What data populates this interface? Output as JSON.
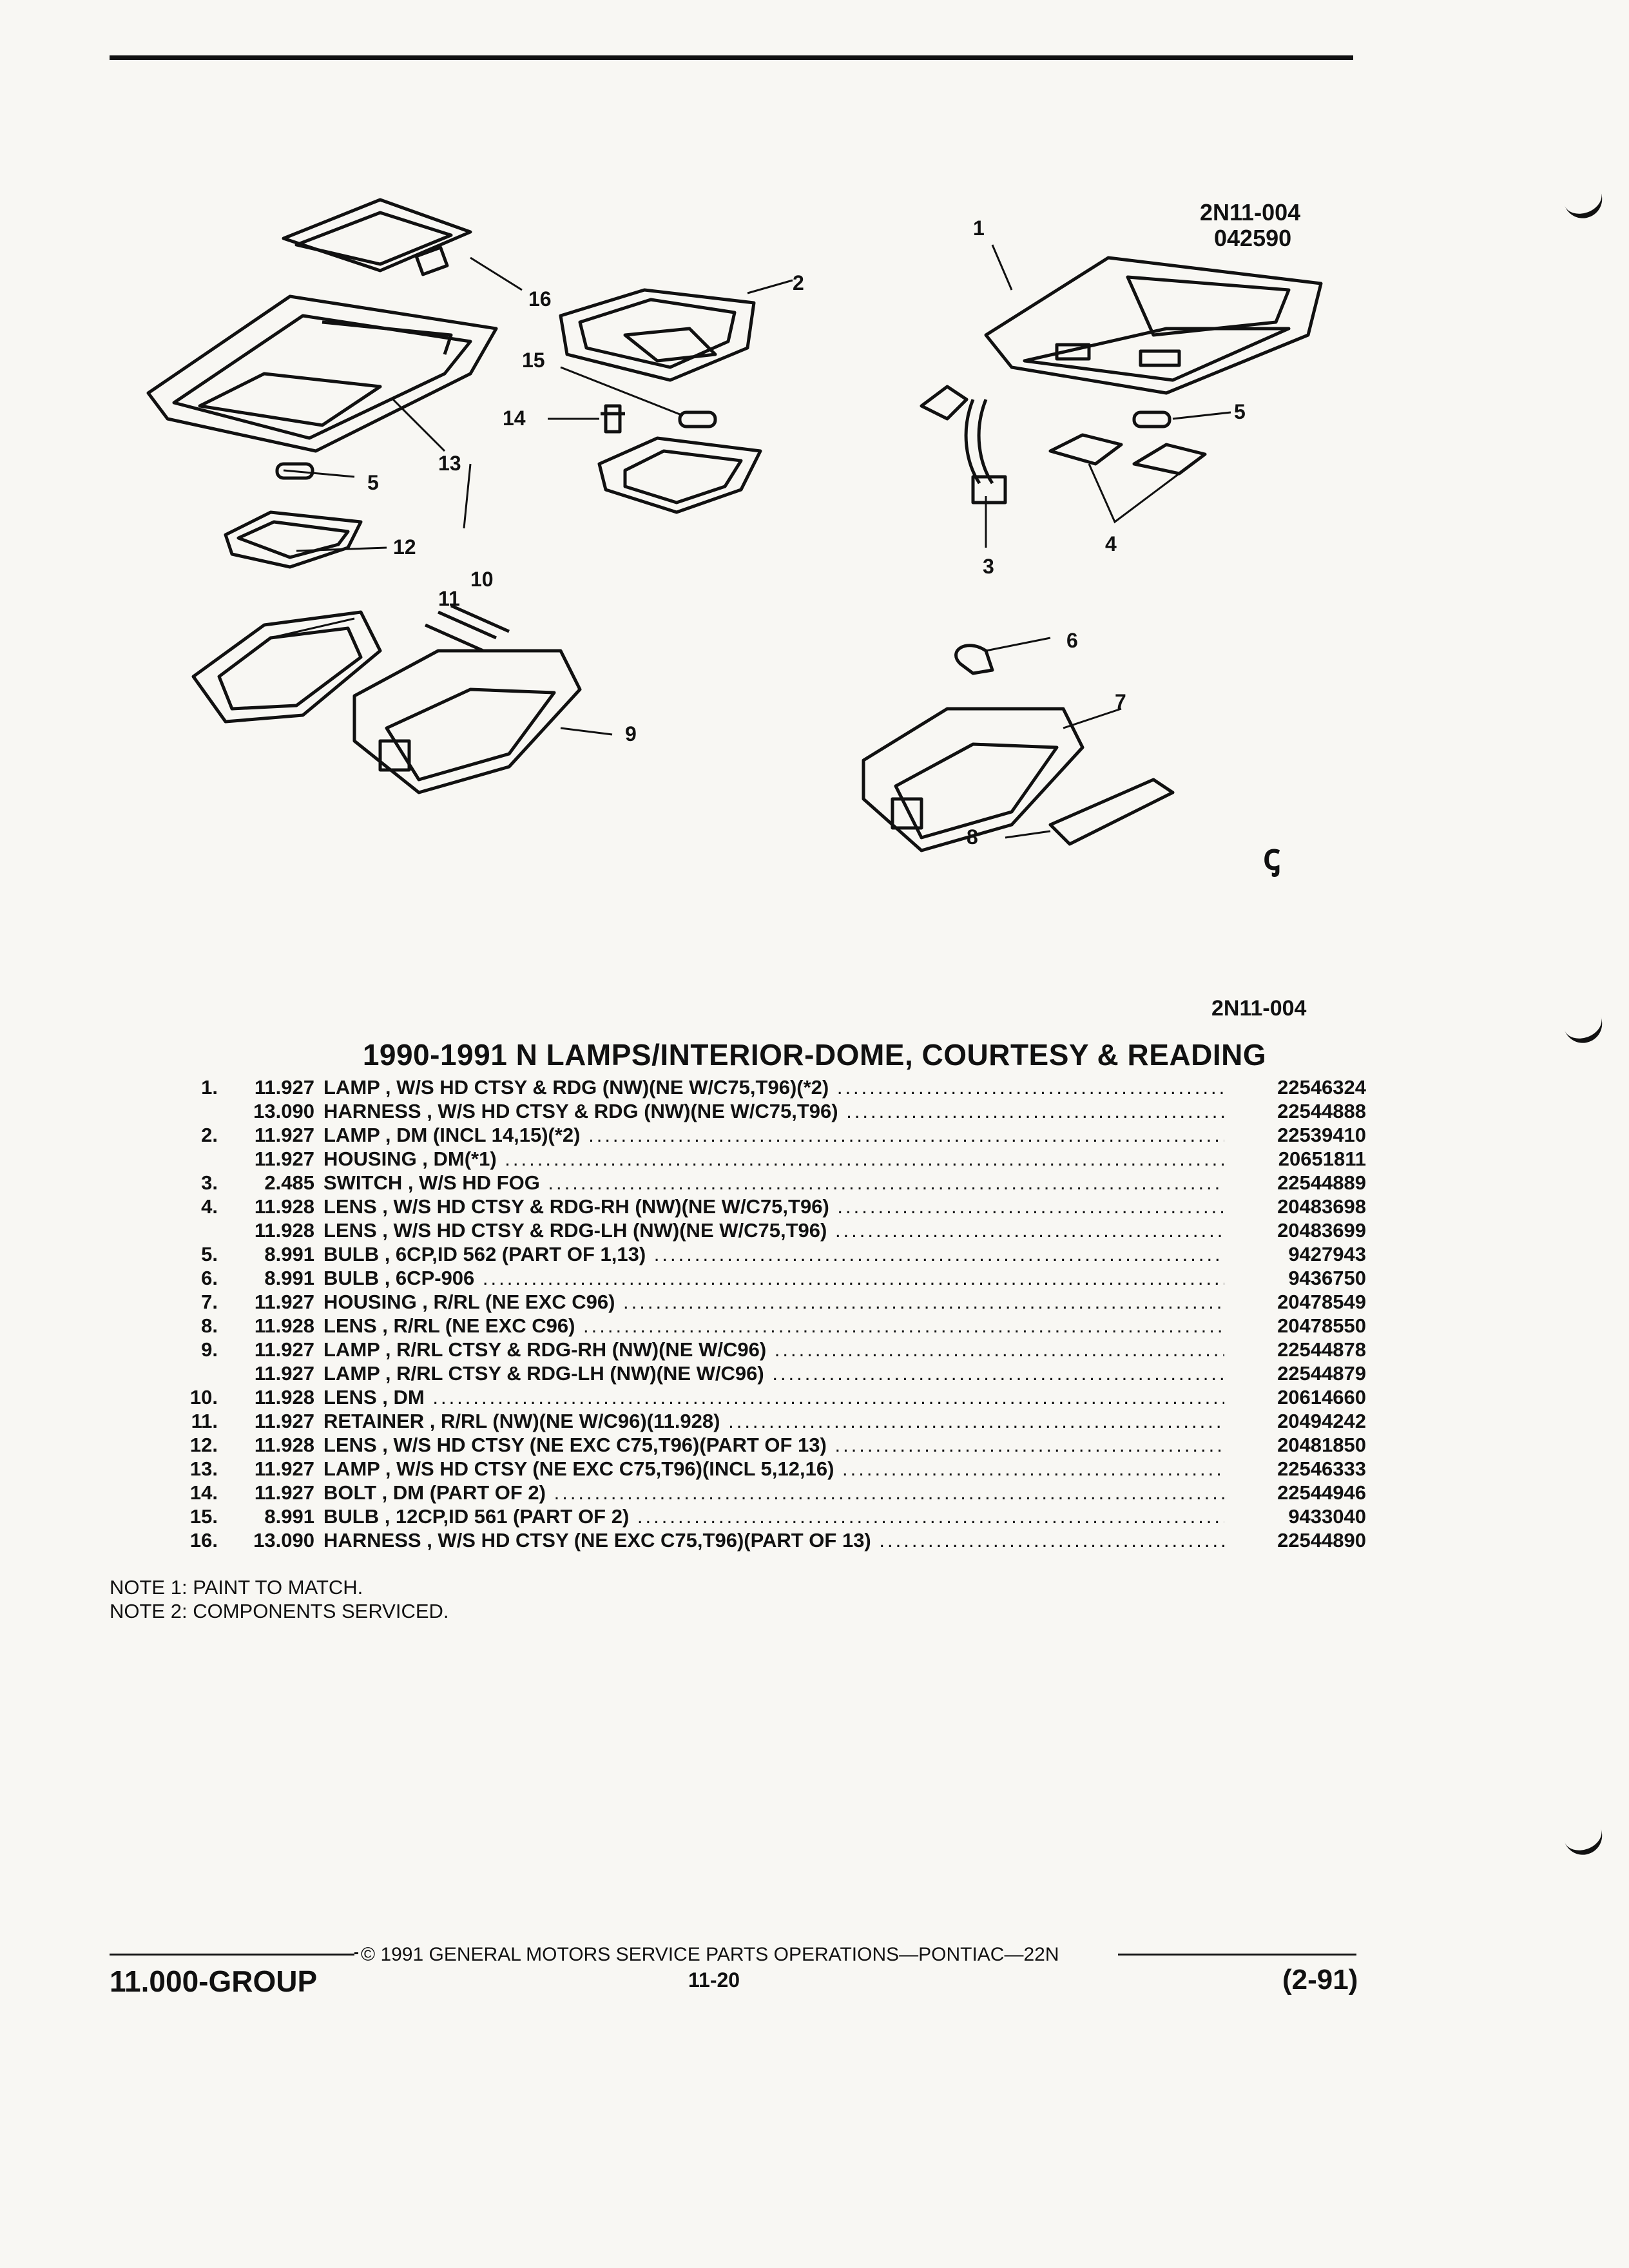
{
  "header": {
    "figure_code": "2N11-004",
    "figure_date": "042590"
  },
  "diagram": {
    "callouts": [
      "1",
      "2",
      "3",
      "4",
      "5",
      "5",
      "6",
      "7",
      "8",
      "9",
      "10",
      "11",
      "12",
      "13",
      "14",
      "15",
      "16"
    ]
  },
  "figure_ref": "2N11-004",
  "title": "1990-1991 N LAMPS/INTERIOR-DOME, COURTESY & READING",
  "parts": [
    {
      "num": "1.",
      "group": "11.927",
      "desc": "LAMP , W/S HD CTSY & RDG (NW)(NE W/C75,T96)(*2)",
      "pn": "22546324"
    },
    {
      "num": "",
      "group": "13.090",
      "desc": "HARNESS , W/S HD CTSY & RDG (NW)(NE W/C75,T96)",
      "pn": "22544888"
    },
    {
      "num": "2.",
      "group": "11.927",
      "desc": "LAMP , DM (INCL 14,15)(*2)",
      "pn": "22539410"
    },
    {
      "num": "",
      "group": "11.927",
      "desc": "HOUSING , DM(*1)",
      "pn": "20651811"
    },
    {
      "num": "3.",
      "group": "2.485",
      "desc": "SWITCH , W/S HD FOG",
      "pn": "22544889"
    },
    {
      "num": "4.",
      "group": "11.928",
      "desc": "LENS , W/S HD CTSY & RDG-RH (NW)(NE W/C75,T96)",
      "pn": "20483698"
    },
    {
      "num": "",
      "group": "11.928",
      "desc": "LENS , W/S HD CTSY & RDG-LH (NW)(NE W/C75,T96)",
      "pn": "20483699"
    },
    {
      "num": "5.",
      "group": "8.991",
      "desc": "BULB , 6CP,ID 562 (PART OF 1,13)",
      "pn": "9427943"
    },
    {
      "num": "6.",
      "group": "8.991",
      "desc": "BULB , 6CP-906",
      "pn": "9436750"
    },
    {
      "num": "7.",
      "group": "11.927",
      "desc": "HOUSING , R/RL (NE EXC C96)",
      "pn": "20478549"
    },
    {
      "num": "8.",
      "group": "11.928",
      "desc": "LENS , R/RL (NE EXC C96)",
      "pn": "20478550"
    },
    {
      "num": "9.",
      "group": "11.927",
      "desc": "LAMP , R/RL CTSY & RDG-RH (NW)(NE W/C96)",
      "pn": "22544878"
    },
    {
      "num": "",
      "group": "11.927",
      "desc": "LAMP , R/RL CTSY & RDG-LH (NW)(NE W/C96)",
      "pn": "22544879"
    },
    {
      "num": "10.",
      "group": "11.928",
      "desc": "LENS , DM",
      "pn": "20614660"
    },
    {
      "num": "11.",
      "group": "11.927",
      "desc": "RETAINER , R/RL (NW)(NE W/C96)(11.928)",
      "pn": "20494242"
    },
    {
      "num": "12.",
      "group": "11.928",
      "desc": "LENS , W/S HD CTSY (NE EXC C75,T96)(PART OF 13)",
      "pn": "20481850"
    },
    {
      "num": "13.",
      "group": "11.927",
      "desc": "LAMP , W/S HD CTSY (NE EXC C75,T96)(INCL 5,12,16)",
      "pn": "22546333"
    },
    {
      "num": "14.",
      "group": "11.927",
      "desc": "BOLT , DM (PART OF 2)",
      "pn": "22544946"
    },
    {
      "num": "15.",
      "group": "8.991",
      "desc": "BULB , 12CP,ID 561 (PART OF 2)",
      "pn": "9433040"
    },
    {
      "num": "16.",
      "group": "13.090",
      "desc": "HARNESS , W/S HD CTSY (NE EXC C75,T96)(PART OF 13)",
      "pn": "22544890"
    }
  ],
  "notes": [
    "NOTE  1:  PAINT TO MATCH.",
    "NOTE  2:  COMPONENTS SERVICED."
  ],
  "footer": {
    "copyright": "© 1991 GENERAL MOTORS SERVICE PARTS OPERATIONS—PONTIAC—22N",
    "group": "11.000-GROUP",
    "page": "11-20",
    "date_code": "(2-91)"
  }
}
